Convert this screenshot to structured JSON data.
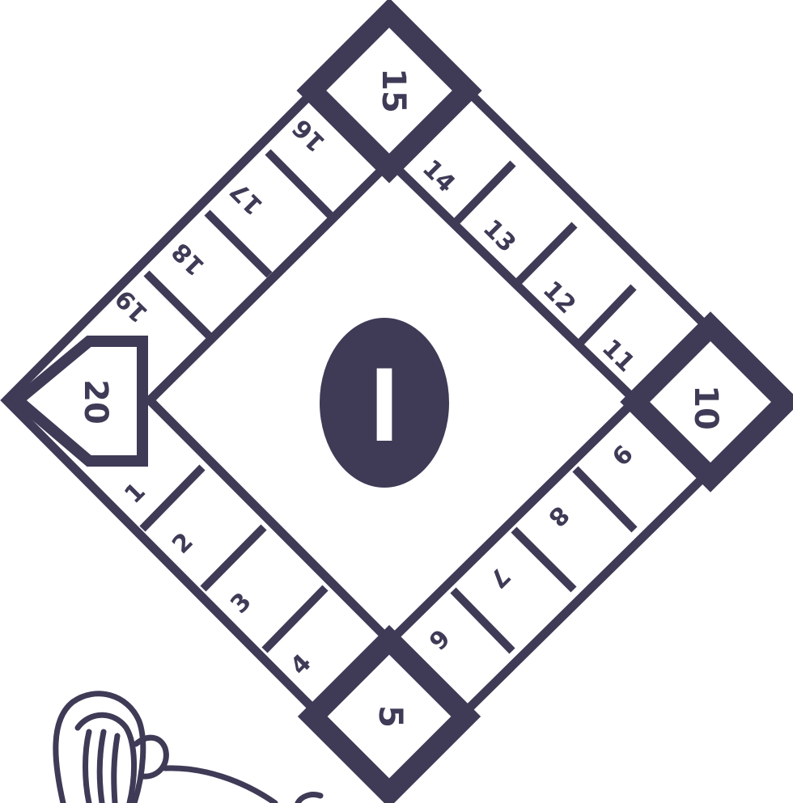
{
  "board": {
    "ink_color": "#3f3a56",
    "background_color": "#ffffff",
    "center_label": "I",
    "corner_spaces": [
      "5",
      "10",
      "15",
      "20"
    ],
    "spaces_side_a": [
      "1",
      "2",
      "3",
      "4"
    ],
    "spaces_side_b": [
      "6",
      "7",
      "8",
      "9"
    ],
    "spaces_side_c": [
      "11",
      "12",
      "13",
      "14"
    ],
    "spaces_side_d": [
      "16",
      "17",
      "18",
      "19"
    ]
  },
  "decoration": {
    "mascot": "helmet-mascot-icon"
  }
}
